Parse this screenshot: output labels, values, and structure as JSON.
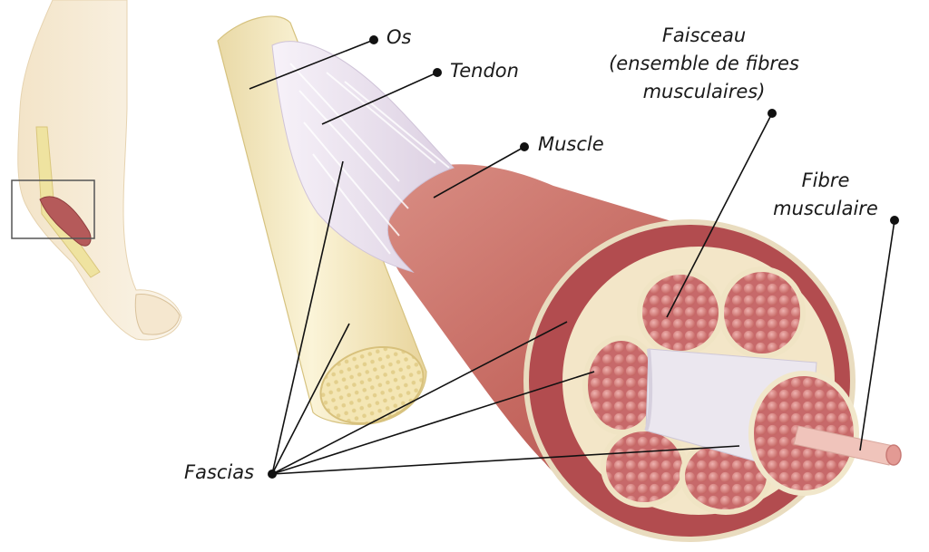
{
  "labels": {
    "os": "Os",
    "tendon": "Tendon",
    "muscle": "Muscle",
    "faisceau": [
      "Faisceau",
      "(ensemble de fibres",
      "musculaires)"
    ],
    "fibre": [
      "Fibre",
      "musculaire"
    ],
    "fascias": "Fascias"
  },
  "colors": {
    "skin": "#f3e2c4",
    "bone": "#f6ecc6",
    "tendon": "#ece4f0",
    "muscle": "#c96a62",
    "muscle_dark": "#a84446",
    "fiber": "#d98a88",
    "fascia": "#f4ead2",
    "line": "#111111"
  },
  "icons": [
    "arm-inset-icon",
    "magnify-frame-icon"
  ]
}
